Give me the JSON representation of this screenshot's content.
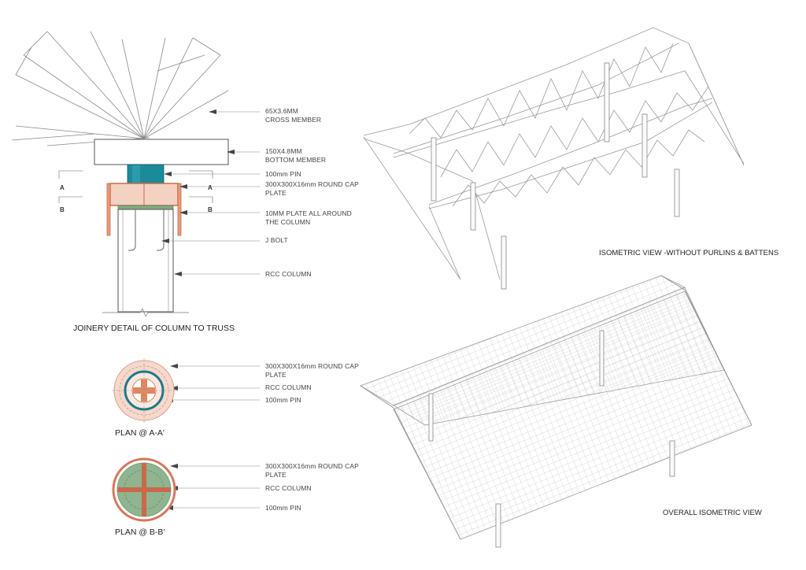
{
  "colors": {
    "cap_plate": "#c96a48",
    "cap_fill": "#f4d2c2",
    "pin": "#1d8a9a",
    "plate_b": "#cfe2cf",
    "plan_b_fill": "#8fb48f"
  },
  "detail": {
    "title": "JOINERY DETAIL OF COLUMN TO TRUSS",
    "labels": {
      "cross_member": [
        "65X3.6MM",
        "CROSS MEMBER"
      ],
      "bottom_member": [
        "150X4.8MM",
        "BOTTOM  MEMBER"
      ],
      "pin": [
        "100mm PIN"
      ],
      "cap_plate": [
        "300X300X16mm ROUND CAP",
        "PLATE"
      ],
      "plate_around": [
        "10MM PLATE ALL AROUND",
        "THE COLUMN"
      ],
      "j_bolt": [
        "J BOLT"
      ],
      "rcc_column": [
        "RCC COLUMN"
      ]
    },
    "section_marks": [
      "A",
      "A",
      "B",
      "B"
    ]
  },
  "plan_a": {
    "title": "PLAN @ A-A'",
    "labels": [
      [
        "300X300X16mm ROUND CAP",
        "PLATE"
      ],
      [
        "RCC COLUMN"
      ],
      [
        "100mm PIN"
      ]
    ]
  },
  "plan_b": {
    "title": "PLAN @ B-B'",
    "labels": [
      [
        "300X300X16mm ROUND CAP",
        "PLATE"
      ],
      [
        "RCC COLUMN"
      ],
      [
        "100mm PIN"
      ]
    ]
  },
  "iso_truss": {
    "title": "ISOMETRIC VIEW -WITHOUT PURLINS & BATTENS"
  },
  "iso_overall": {
    "title": "OVERALL ISOMETRIC VIEW"
  }
}
